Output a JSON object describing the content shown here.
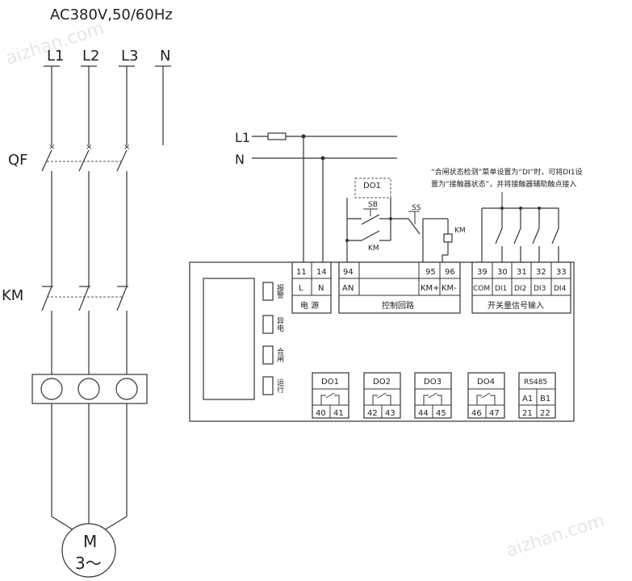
{
  "supply": {
    "title": "AC380V,50/60Hz",
    "phases": [
      "L1",
      "L2",
      "L3",
      "N"
    ]
  },
  "breaker_label": "QF",
  "contactor_label": "KM",
  "motor": {
    "label": "M",
    "sub": "3～"
  },
  "control_lines": {
    "l1": "L1",
    "n": "N"
  },
  "do1_label": "DO1",
  "sb_label": "SB",
  "ss_label": "SS",
  "km_coil_label": "KM",
  "km_aux_label": "KM",
  "note": {
    "line1": "“合闸状态检测”菜单设置为“DI”时，可将DI1设",
    "line2": "置为“接触器状态”，并将接触器辅助触点接入"
  },
  "leds": [
    "报警",
    "异电",
    "合闸",
    "运行"
  ],
  "power_terminals": {
    "nums": [
      "11",
      "14"
    ],
    "labels": [
      "L",
      "N"
    ],
    "caption": "电  源"
  },
  "control_terminals": {
    "nums": [
      "94",
      "95",
      "96"
    ],
    "labels": [
      "AN",
      "KM+",
      "KM-"
    ],
    "caption": "控制回路"
  },
  "di_terminals": {
    "nums": [
      "39",
      "30",
      "31",
      "32",
      "33"
    ],
    "labels": [
      "COM",
      "DI1",
      "DI2",
      "DI3",
      "DI4"
    ],
    "caption": "开关量信号输入"
  },
  "outputs": [
    {
      "name": "DO1",
      "t1": "40",
      "t2": "41"
    },
    {
      "name": "DO2",
      "t1": "42",
      "t2": "43"
    },
    {
      "name": "DO3",
      "t1": "44",
      "t2": "45"
    },
    {
      "name": "DO4",
      "t1": "46",
      "t2": "47"
    }
  ],
  "rs485": {
    "name": "RS485",
    "a": "A1",
    "b": "B1",
    "t1": "21",
    "t2": "22"
  },
  "watermark": "aizhan.com",
  "colors": {
    "line": "#333333",
    "text": "#222222",
    "watermark": "#e6e6e6"
  }
}
